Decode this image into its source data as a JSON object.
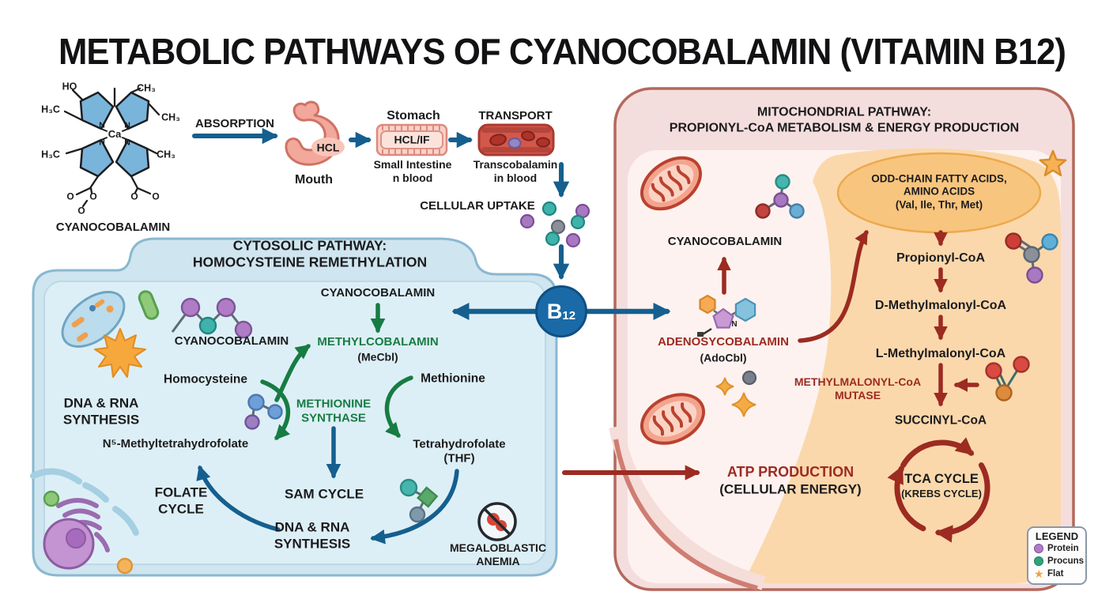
{
  "title": "METABOLIC PATHWAYS OF CYANOCOBALAMIN (VITAMIN B12)",
  "colors": {
    "arrow_blue": "#155f8f",
    "arrow_green": "#177c43",
    "arrow_red": "#9c2b22",
    "text_green": "#177c43",
    "text_red": "#9c2b22",
    "b12_circle": "#1a6aa8",
    "cytosolic_box_fill": "#cfe5ef",
    "cytosolic_box_border": "#8ab8d0",
    "mitochondrial_box_fill": "#f4dedd",
    "mitochondrial_box_border": "#b4685c",
    "odd_chain_ellipse": "#f8c57e"
  },
  "structure": {
    "label": "CYANOCOBALAMIN",
    "ca": "Ca",
    "n": "N",
    "ho": "HO",
    "ch3": "CH₃",
    "h3c": "H₃C",
    "o": "O"
  },
  "absorption": {
    "absorption": "ABSORPTION",
    "mouth": "Mouth",
    "hcl": "HCL",
    "stomach": "Stomach",
    "hcl_if": "HCL/IF",
    "small_intestine": "Small Intestine\nn blood",
    "transport": "TRANSPORT",
    "transcobalamin": "Transcobalamin\nin blood",
    "cellular_uptake": "CELLULAR UPTAKE",
    "b12": "B",
    "b12_sub": "12"
  },
  "cytosolic": {
    "header": "CYTOSOLIC PATHWAY:\nHOMOCYSTEINE REMETHYLATION",
    "cyanocobalamin_left": "CYANOCOBALAMIN",
    "cyanocobalamin_top": "CYANOCOBALAMIN",
    "methylcobalamin": "METHYLCOBALAMIN",
    "mecbl": "(MeCbl)",
    "homocysteine": "Homocysteine",
    "methionine_synthase": "METHIONINE\nSYNTHASE",
    "methionine": "Methionine",
    "dna_rna_left": "DNA & RNA\nSYNTHESIS",
    "n5_mthf": "N⁵-Methyltetrahydrofolate",
    "thf": "Tetrahydrofolate\n(THF)",
    "folate_cycle": "FOLATE\nCYCLE",
    "sam_cycle": "SAM CYCLE",
    "dna_rna_bottom": "DNA & RNA\nSYNTHESIS",
    "megaloblastic": "MEGALOBLASTIC\nANEMIA"
  },
  "mitochondrial": {
    "header": "MITOCHONDRIAL PATHWAY:\nPROPIONYL-CoA METABOLISM & ENERGY PRODUCTION",
    "odd_chain": "ODD-CHAIN FATTY ACIDS,\nAMINO ACIDS\n(Val, Ile, Thr, Met)",
    "cyanocobalamin": "CYANOCOBALAMIN",
    "adenosylcobalamin": "ADENOSYCOBALAMIN",
    "adocbl": "(AdoCbl)",
    "propionyl": "Propionyl-CoA",
    "d_methylmalonyl": "D-Methylmalonyl-CoA",
    "l_methylmalonyl": "L-Methylmalonyl-CoA",
    "mutase": "METHYLMALONYL-CoA\nMUTASE",
    "succinyl": "SUCCINYL-CoA",
    "tca": "TCA CYCLE",
    "krebs": "(KREBS CYCLE)",
    "atp": "ATP PRODUCTION",
    "cellular_energy": "(CELLULAR ENERGY)"
  },
  "legend": {
    "title": "LEGEND",
    "star_glyph": "★",
    "items": [
      {
        "label": "Protein",
        "color": "#b07cc6"
      },
      {
        "label": "Procuns",
        "color": "#2fa37a"
      },
      {
        "label": "Flat",
        "color": "#f0a13e"
      }
    ]
  }
}
